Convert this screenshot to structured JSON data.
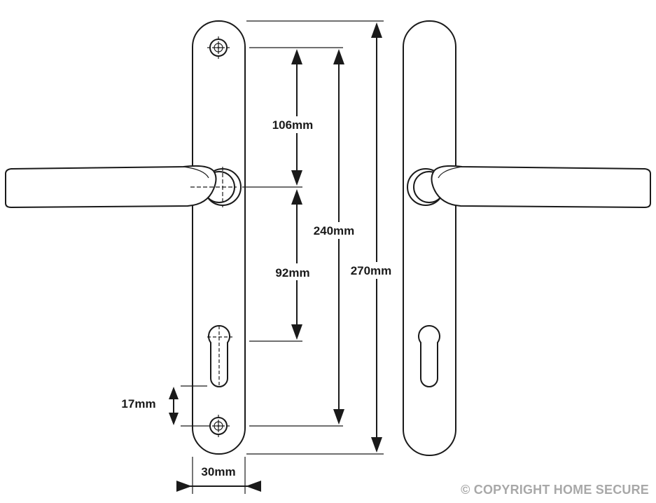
{
  "dimensions": {
    "handle_to_top_fixing": "106mm",
    "handle_to_cylinder": "92mm",
    "fixing_centres": "240mm",
    "plate_length": "270mm",
    "cylinder_to_bottom_fixing": "17mm",
    "plate_width": "30mm"
  },
  "copyright": "© COPYRIGHT HOME SECURE"
}
